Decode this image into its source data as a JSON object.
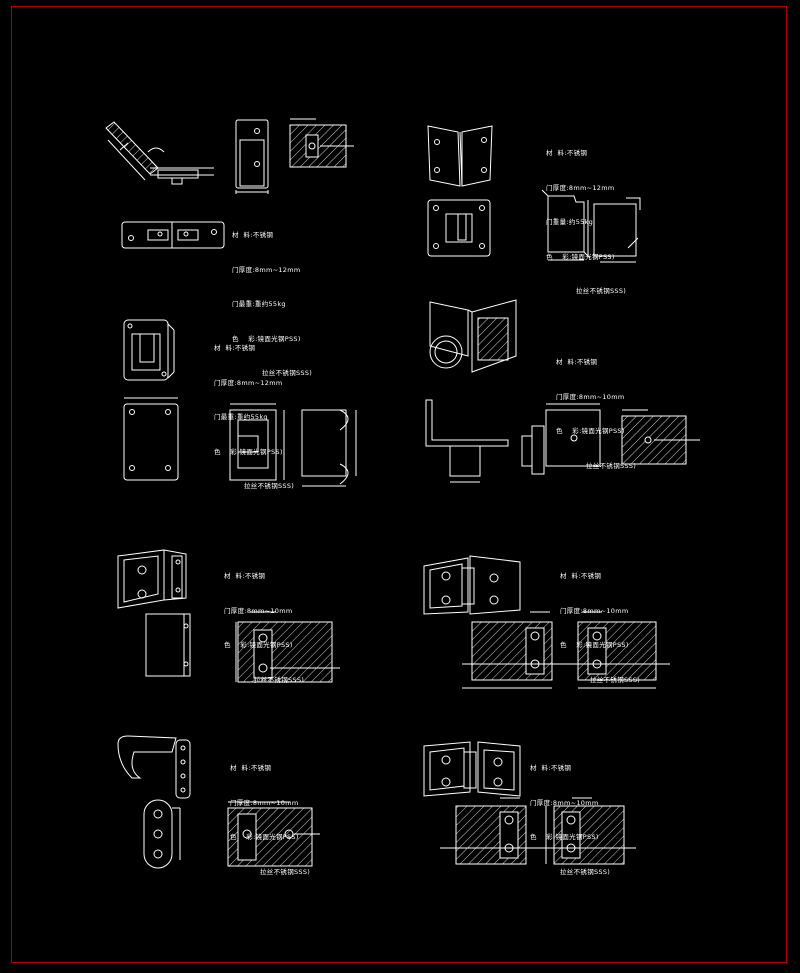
{
  "colors": {
    "background": "#000000",
    "frame": "#b00000",
    "line": "#ffffff",
    "hatch": "#cfcfcf"
  },
  "panels": [
    {
      "id": "p1",
      "lines": [
        "材  料:不锈钢",
        "门厚度:8mm~12mm",
        "门最重:重约55kg",
        "色    彩:镜面光钢PSS)",
        "拉丝不锈钢SSS)"
      ]
    },
    {
      "id": "p2",
      "lines": [
        "材  料:不锈钢",
        "门厚度:8mm~12mm",
        "门重量:约55kg",
        "色    彩:镜面光钢PSS)",
        "拉丝不锈钢SSS)"
      ]
    },
    {
      "id": "p3",
      "lines": [
        "材  料:不锈钢",
        "门厚度:8mm~12mm",
        "门最重:重约55kg",
        "色    彩:镜面光钢PSS)",
        "拉丝不锈钢SSS)"
      ]
    },
    {
      "id": "p4",
      "lines": [
        "材  料:不锈钢",
        "门厚度:8mm~10mm",
        "色    彩:镜面光钢PSS)",
        "拉丝不锈钢SSS)"
      ]
    },
    {
      "id": "p5",
      "lines": [
        "材  料:不锈钢",
        "门厚度:8mm~10mm",
        "色    彩:镜面光钢PSS)",
        "拉丝不锈钢SSS)"
      ]
    },
    {
      "id": "p6",
      "lines": [
        "材  料:不锈钢",
        "门厚度:8mm~10mm",
        "色    彩:镜面光钢PSS)",
        "拉丝不锈钢SSS)"
      ]
    },
    {
      "id": "p7",
      "lines": [
        "材  料:不锈钢",
        "门厚度:8mm~10mm",
        "色    彩:镜面光钢PSS)",
        "拉丝不锈钢SSS)"
      ]
    },
    {
      "id": "p8",
      "lines": [
        "材  料:不锈钢",
        "门厚度:8mm~10mm",
        "色    彩:镜面光钢PSS)",
        "拉丝不锈钢SSS)"
      ]
    }
  ]
}
